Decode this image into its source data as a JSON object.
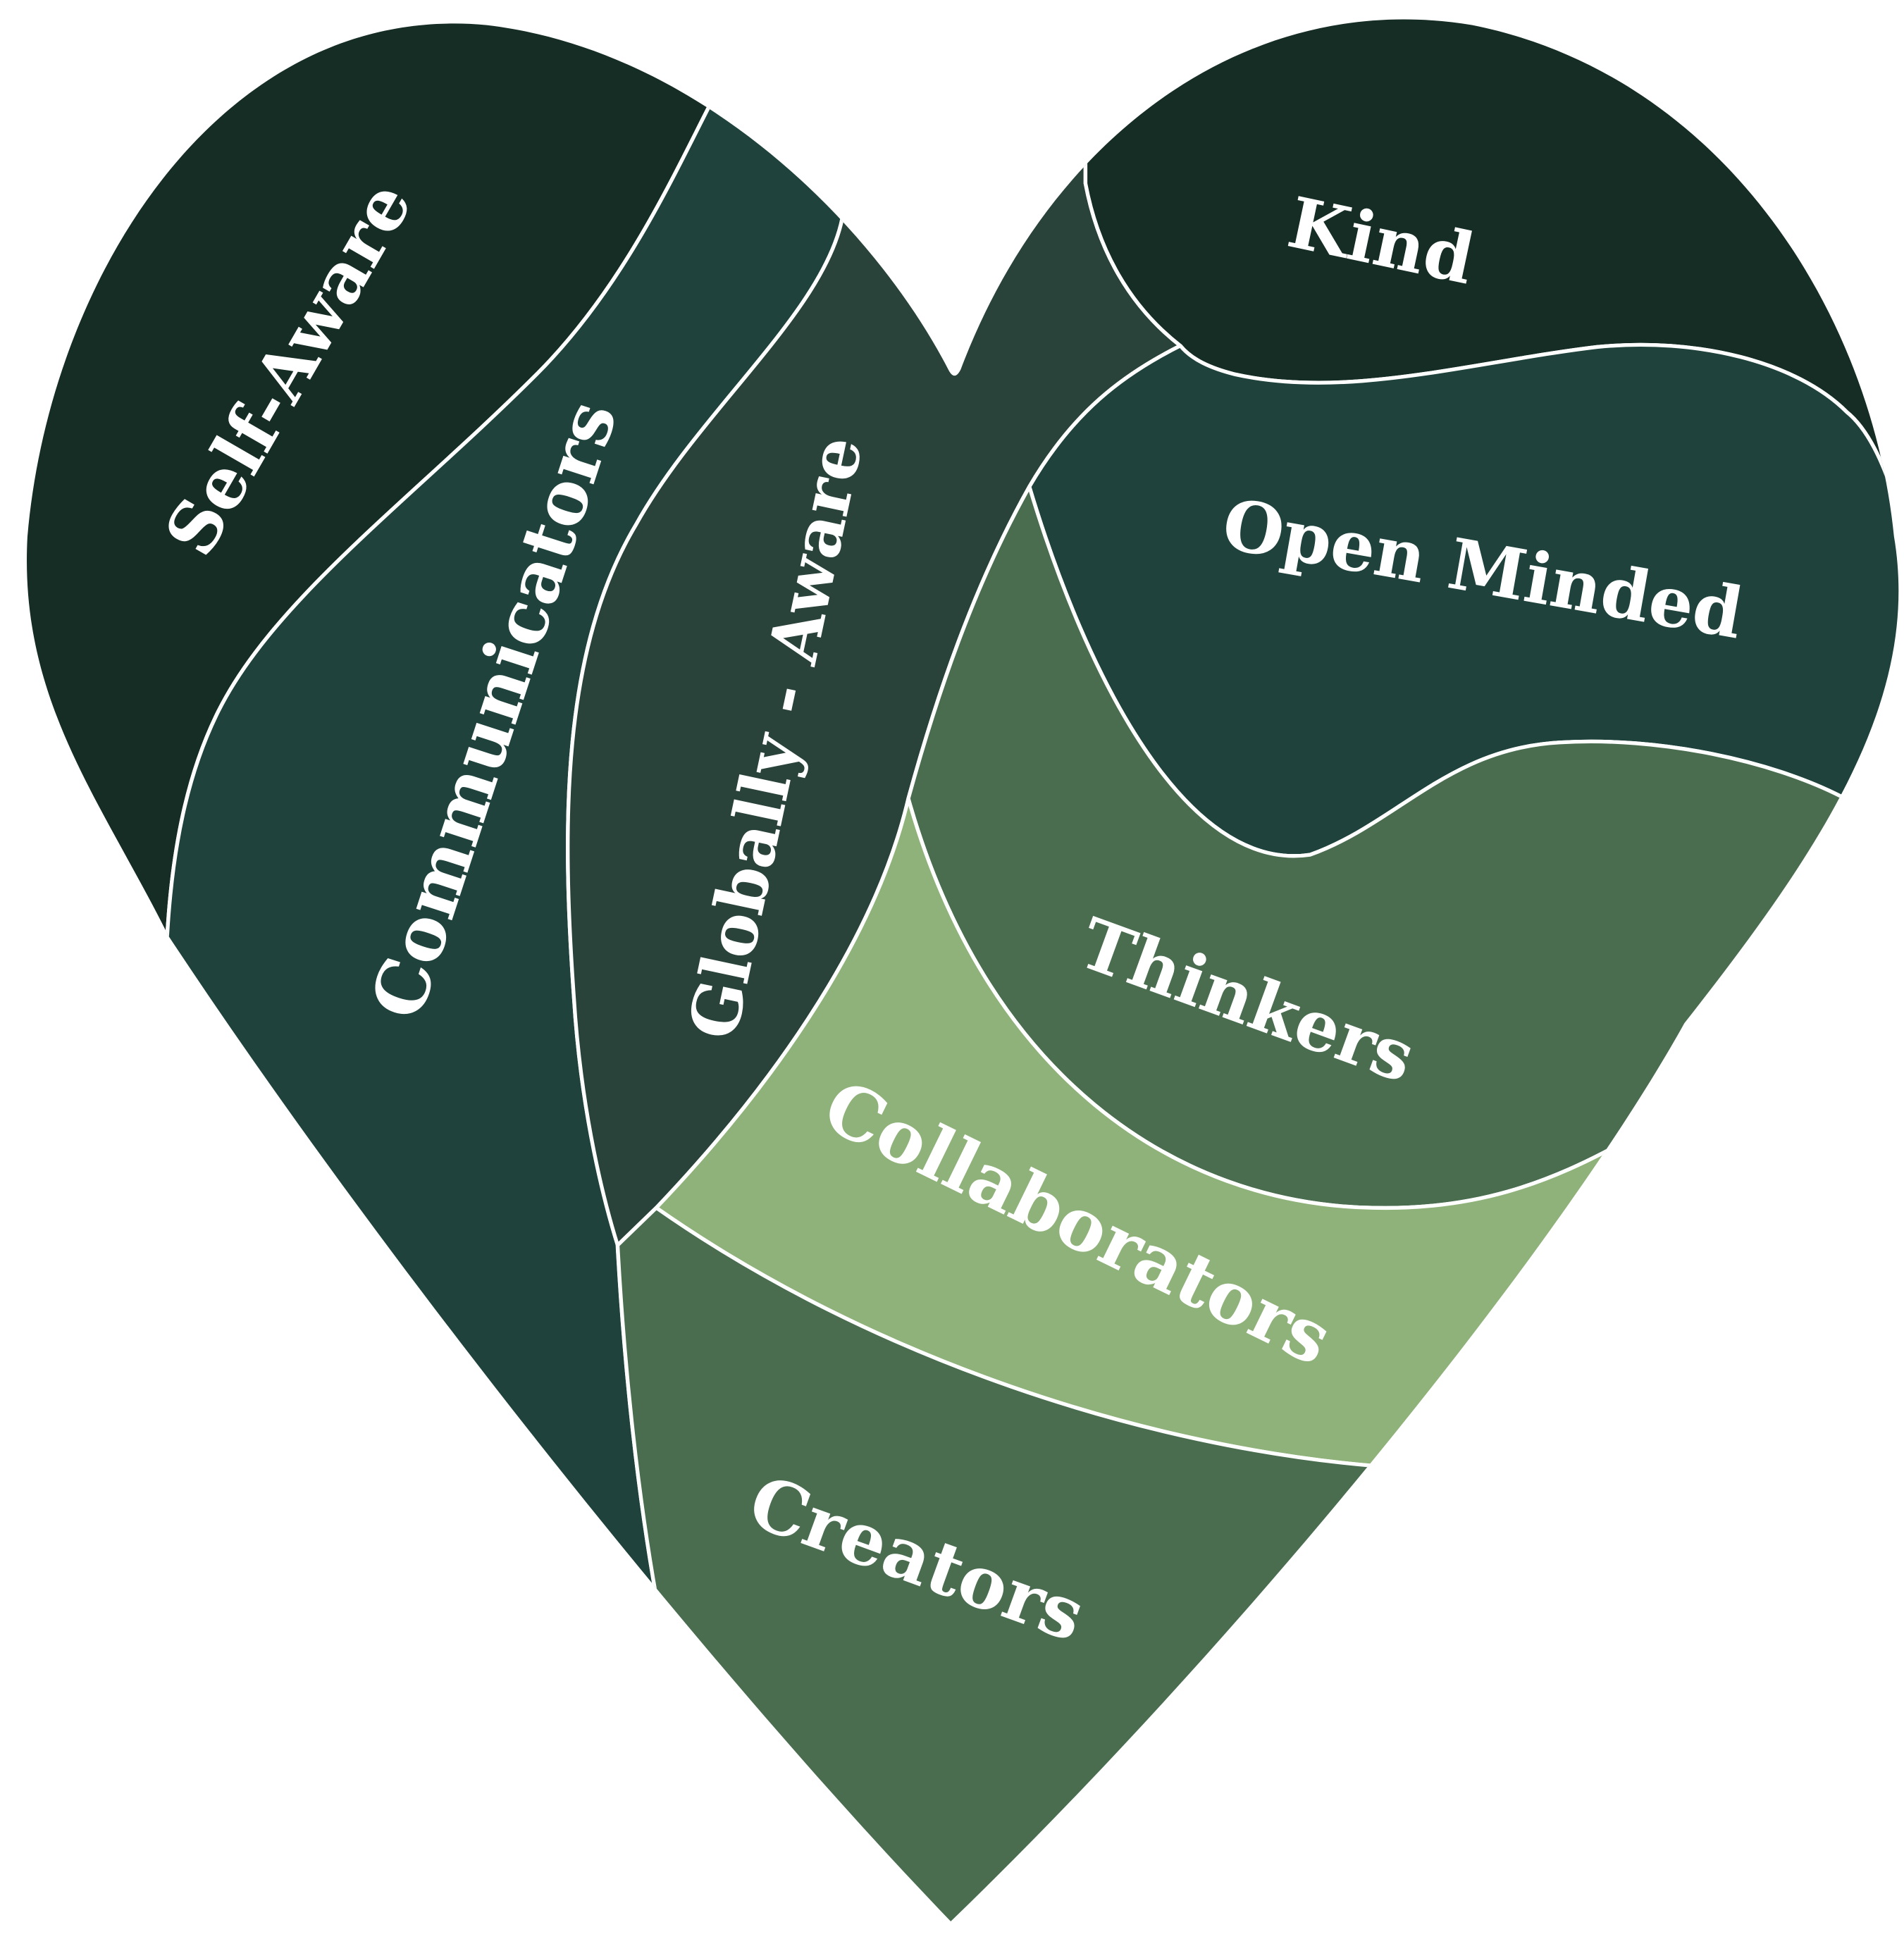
{
  "diagram": {
    "colors": {
      "self_aware": "#152d25",
      "communicators": "#1f433c",
      "globally_aware": "#29433a",
      "kind": "#152d25",
      "kind_connector": "#29433a",
      "open_minded": "#1f433c",
      "thinkers": "#4a6d50",
      "collaborators": "#8fb27a",
      "creators": "#4a6d50",
      "divider": "#ffffff",
      "label_text": "#ffffff"
    },
    "labels": {
      "self_aware": "Self-Aware",
      "communicators": "Communicators",
      "globally_aware": "Globally - Aware",
      "kind": "Kind",
      "open_minded": "Open Minded",
      "thinkers": "Thinkers",
      "collaborators": "Collaborators",
      "creators": "Creators"
    }
  }
}
